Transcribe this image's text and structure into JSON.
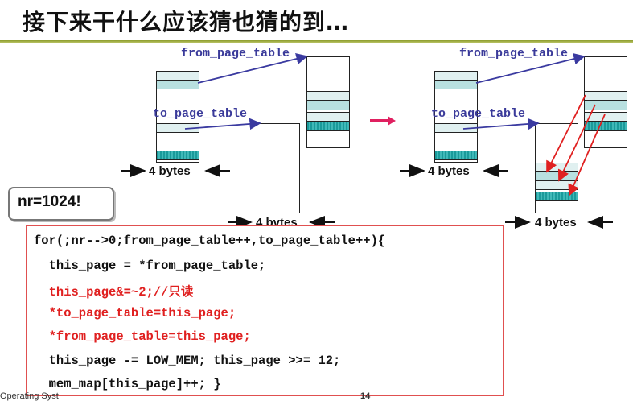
{
  "title": "接下来干什么应该猜也猜的到…",
  "diagram": {
    "from_label": "from_page_table",
    "to_label": "to_page_table",
    "bytes_label": "4 bytes",
    "bytes_label_mid": "4 bvtes"
  },
  "callout": {
    "text": "nr=1024!"
  },
  "code": [
    "for(;nr-->0;from_page_table++,to_page_table++){",
    "  this_page = *from_page_table;",
    "  this_page&=~2;//只读",
    "  *to_page_table=this_page;",
    "  *from_page_table=this_page;",
    "  this_page -= LOW_MEM; this_page >>= 12;",
    "  mem_map[this_page]++; }"
  ],
  "footer": {
    "left": "Operating Syst",
    "page": "14"
  },
  "colors": {
    "pointer": "#3a3aa0",
    "arrow_red": "#e02020",
    "cell_teal": "#1a9a9a",
    "cell_light": "#e0f0f0"
  }
}
